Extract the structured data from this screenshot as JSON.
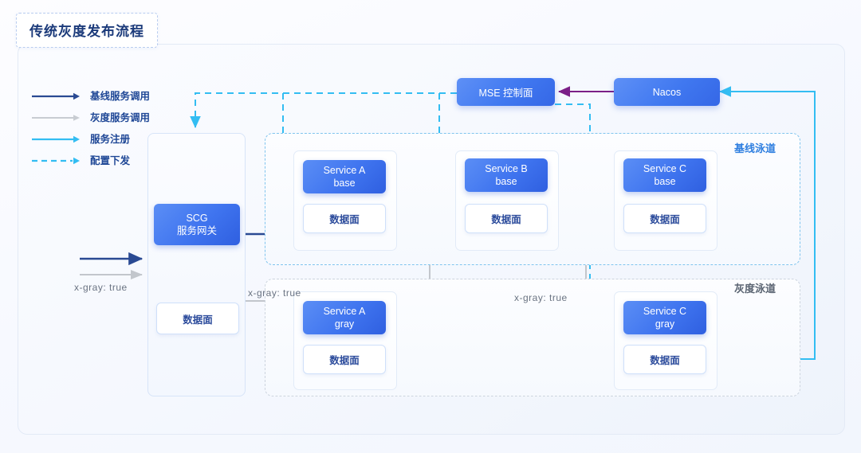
{
  "title": "传统灰度发布流程",
  "legend": {
    "items": [
      {
        "label": "基线服务调用",
        "style": "solid",
        "color": "#2a4a93",
        "name": "legend-baseline-call"
      },
      {
        "label": "灰度服务调用",
        "style": "solid",
        "color": "#c2c6cc",
        "name": "legend-gray-call"
      },
      {
        "label": "服务注册",
        "style": "solid",
        "color": "#33bdf2",
        "name": "legend-service-register"
      },
      {
        "label": "配置下发",
        "style": "dashed",
        "color": "#33bdf2",
        "name": "legend-config-push"
      }
    ]
  },
  "top_nodes": [
    {
      "id": "mse",
      "label": "MSE 控制面"
    },
    {
      "id": "nacos",
      "label": "Nacos"
    }
  ],
  "gateway": {
    "node_line1": "SCG",
    "node_line2": "服务网关",
    "data_plane": "数据面"
  },
  "lanes": [
    {
      "id": "baseline",
      "title": "基线泳道",
      "services": [
        {
          "name": "Service A",
          "variant": "base",
          "data_plane": "数据面"
        },
        {
          "name": "Service B",
          "variant": "base",
          "data_plane": "数据面"
        },
        {
          "name": "Service C",
          "variant": "base",
          "data_plane": "数据面"
        }
      ]
    },
    {
      "id": "gray",
      "title": "灰度泳道",
      "services": [
        {
          "name": "Service A",
          "variant": "gray",
          "data_plane": "数据面"
        },
        {
          "name": "Service C",
          "variant": "gray",
          "data_plane": "数据面"
        }
      ]
    }
  ],
  "annotations": [
    {
      "id": "tag-gw",
      "text": "x-gray: true"
    },
    {
      "id": "tag-a",
      "text": "x-gray: true"
    },
    {
      "id": "tag-c",
      "text": "x-gray: true"
    }
  ],
  "colors": {
    "baseline_call": "#2a4a93",
    "gray_call": "#c2c6cc",
    "register": "#33bdf2",
    "config_push": "#33bdf2",
    "nacos_to_mse": "#7b1f87",
    "service_blue": "#3f74ef",
    "lane_base_border": "#7fc4ee",
    "lane_gray_border": "#ccd4de",
    "title_text": "#1b3a7a"
  }
}
